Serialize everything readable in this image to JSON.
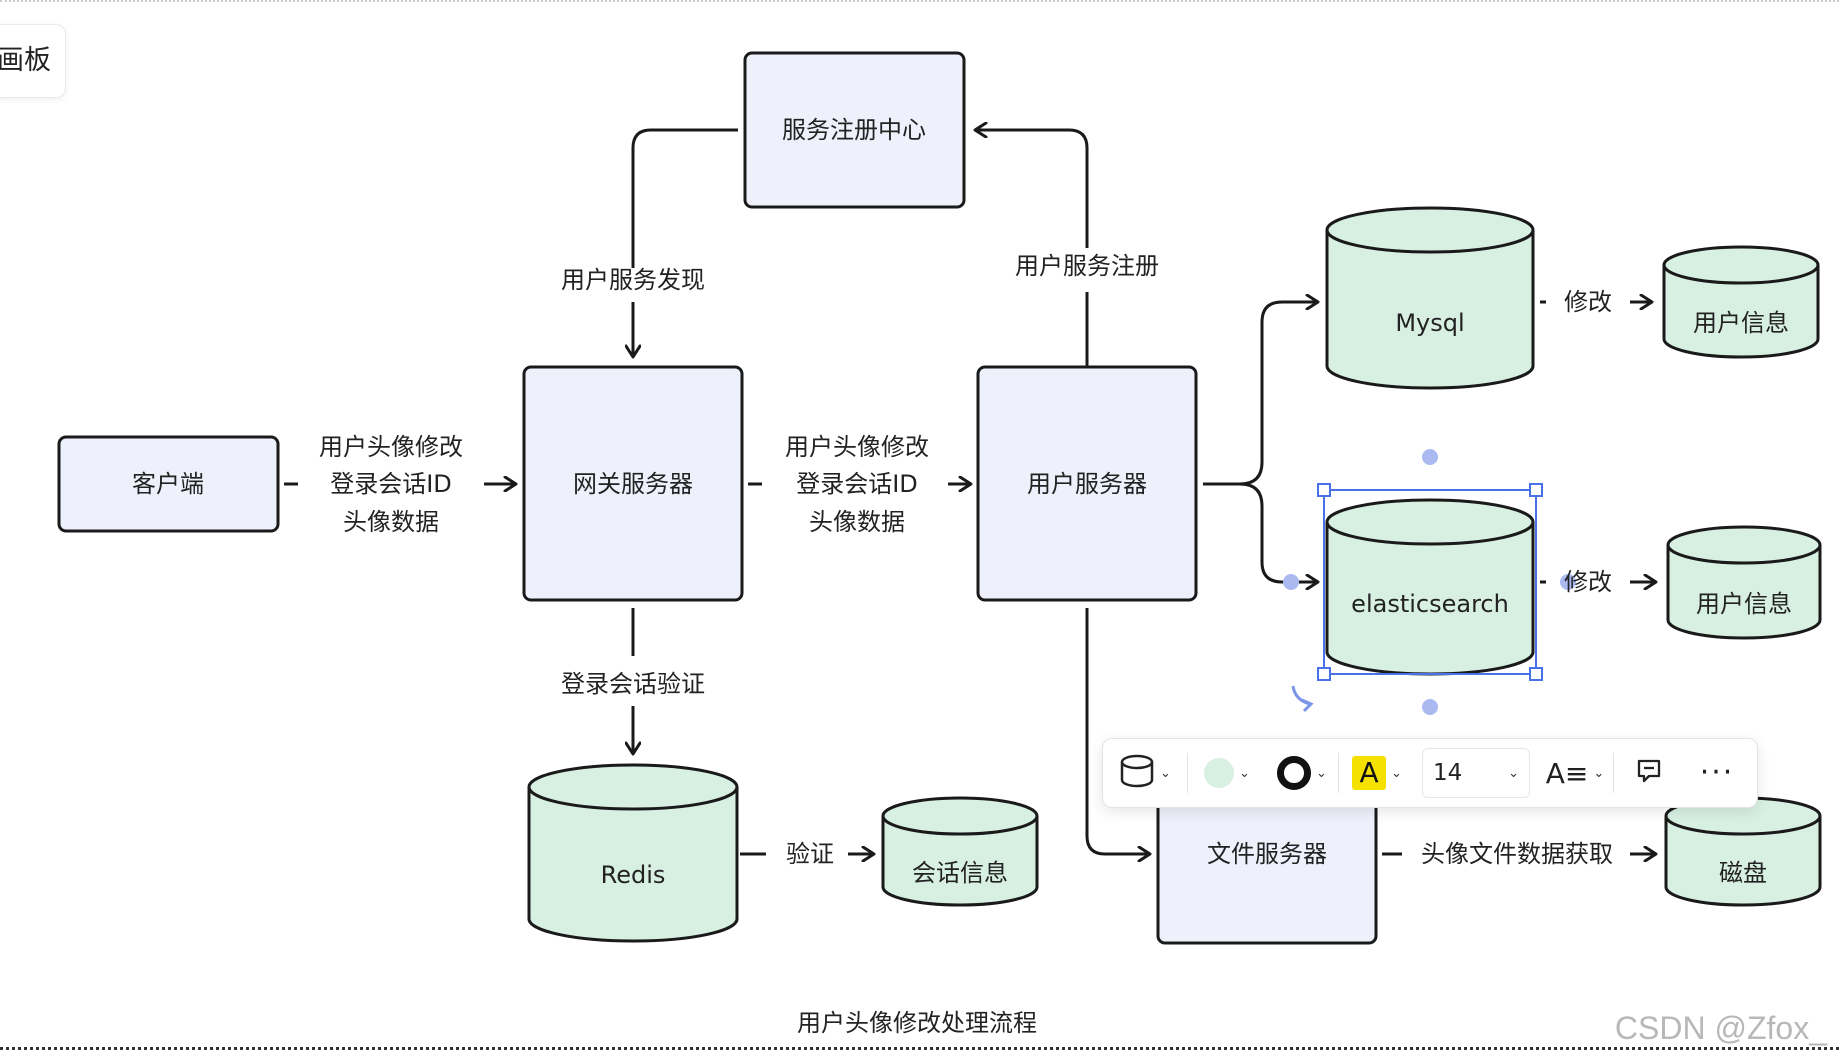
{
  "panel_tab": {
    "label": "画板"
  },
  "nodes": {
    "registry": "服务注册中心",
    "client": "客户端",
    "gateway": "网关服务器",
    "user_server": "用户服务器",
    "file_server": "文件服务器",
    "mysql": "Mysql",
    "elasticsearch": "elasticsearch",
    "redis": "Redis",
    "user_info_1": "用户信息",
    "user_info_2": "用户信息",
    "session_info": "会话信息",
    "disk": "磁盘"
  },
  "edge_labels": {
    "discover": "用户服务发现",
    "register": "用户服务注册",
    "client_gw": [
      "用户头像修改",
      "登录会话ID",
      "头像数据"
    ],
    "gw_user": [
      "用户头像修改",
      "登录会话ID",
      "头像数据"
    ],
    "session_verify": "登录会话验证",
    "verify": "验证",
    "mysql_modify": "修改",
    "es_modify": "修改",
    "file_fetch": "头像文件数据获取"
  },
  "caption": "用户头像修改处理流程",
  "toolbar": {
    "font_size": "14",
    "font_color_letter": "A",
    "shape_icon": "cylinder-icon",
    "fill_color": "#d8f0e2",
    "font_highlight": "#f5e100"
  },
  "colors": {
    "rect_fill": "#eef1fb",
    "cyl_fill": "#d8f0e2",
    "stroke": "#1a1a1a",
    "selection": "#4a72e8"
  },
  "watermark": "CSDN @Zfox_"
}
